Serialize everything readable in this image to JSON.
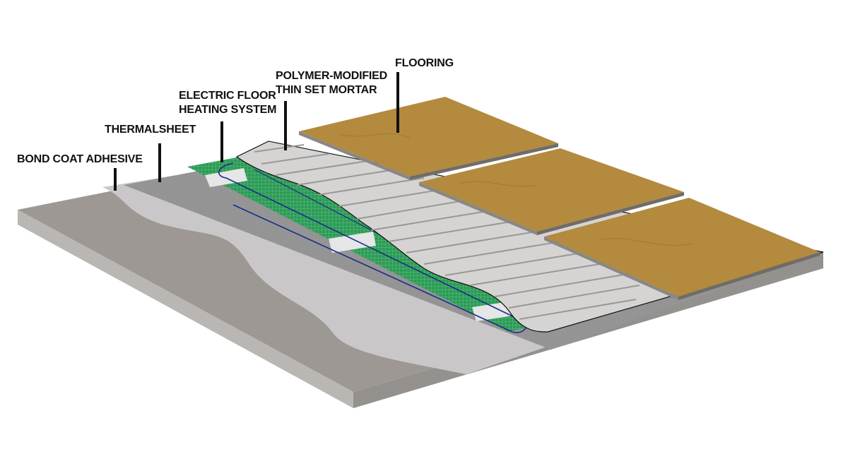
{
  "diagram": {
    "type": "layered floor cross-section",
    "colors": {
      "background": "#ffffff",
      "subfloor": "#9d9893",
      "subfloor_edge": "#b9b6b2",
      "bond_coat": "#c9c7c8",
      "thermalsheet": "#8f8f8f",
      "heating_mat": "#2e9a57",
      "heating_cable": "#1a2c8a",
      "mat_tape": "#e6e6e6",
      "mortar": "#d6d4d2",
      "mortar_groove": "#9a9896",
      "flooring": "#b38a3e",
      "flooring_edge": "#8a8784",
      "leader_line": "#111111"
    },
    "labels": [
      {
        "id": "bond-coat-adhesive",
        "lines": [
          "BOND COAT ADHESIVE"
        ]
      },
      {
        "id": "thermalsheet",
        "lines": [
          "THERMALSHEET"
        ]
      },
      {
        "id": "electric-floor-heating-system",
        "lines": [
          "ELECTRIC FLOOR",
          "HEATING SYSTEM"
        ]
      },
      {
        "id": "polymer-modified-thin-set-mortar",
        "lines": [
          "POLYMER-MODIFIED",
          "THIN SET MORTAR"
        ]
      },
      {
        "id": "flooring",
        "lines": [
          "FLOORING"
        ]
      }
    ]
  }
}
